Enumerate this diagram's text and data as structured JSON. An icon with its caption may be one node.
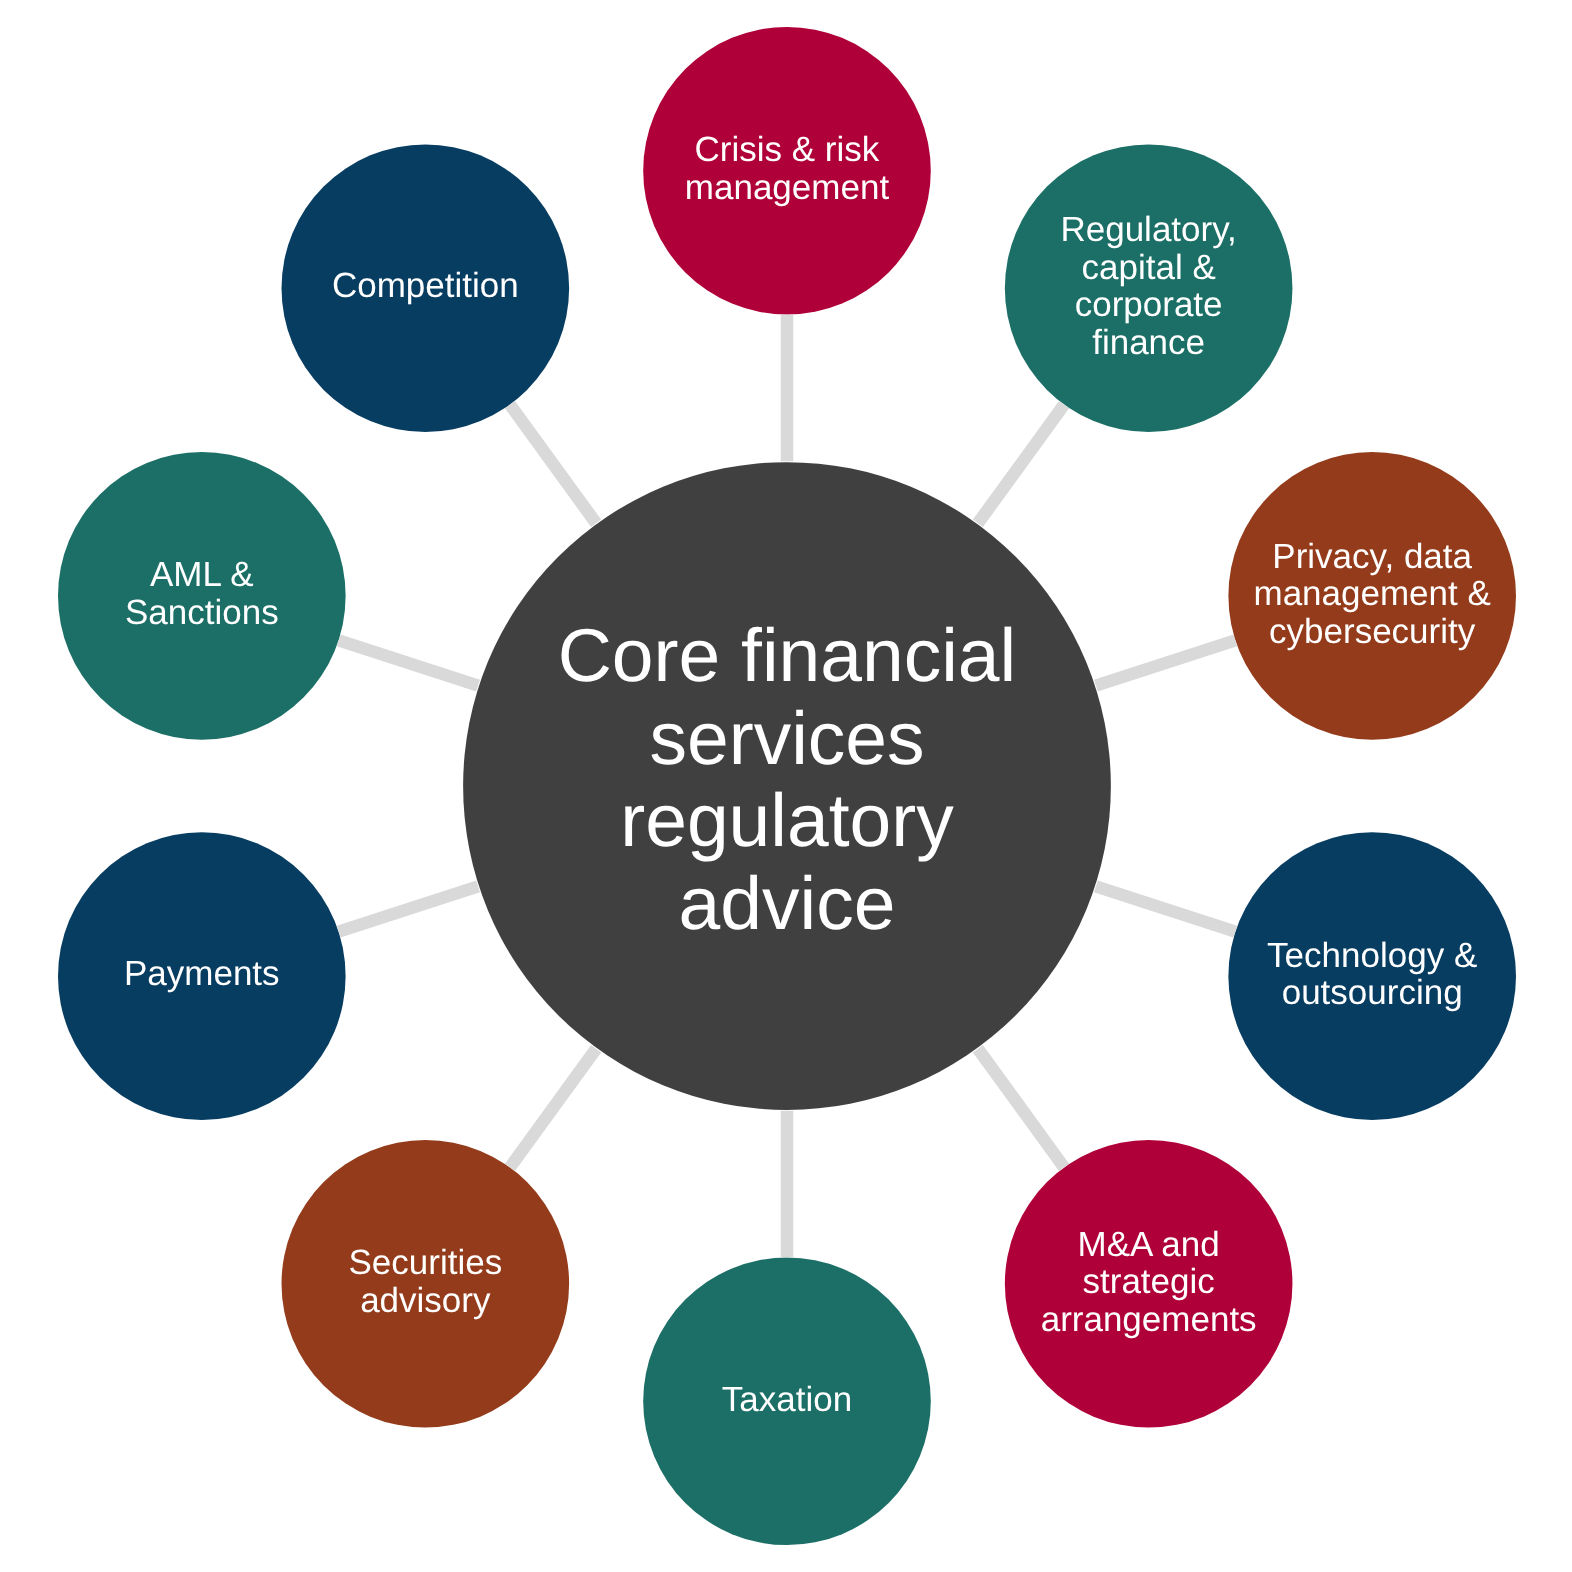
{
  "diagram": {
    "nodes": [
      {
        "text": [
          "Core financial services regulatory advice"
        ]
      },
      {
        "text": [
          "Crisis & risk management"
        ]
      },
      {
        "text": [
          "Regulatory, capital & corporate finance"
        ]
      },
      {
        "text": [
          "Privacy, data management & cybersecurity"
        ]
      },
      {
        "text": [
          "Technology & outsourcing"
        ]
      },
      {
        "text": [
          "M&A and strategic arrangements"
        ]
      },
      {
        "text": [
          "Taxation"
        ]
      },
      {
        "text": [
          "Securities advisory"
        ]
      },
      {
        "text": [
          "Payments"
        ]
      },
      {
        "text": [
          "AML & Sanctions"
        ]
      },
      {
        "text": [
          "Competition"
        ]
      }
    ],
    "edges": [
      {
        "from": 0,
        "to": 1,
        "arrow": "none"
      },
      {
        "from": 0,
        "to": 2,
        "arrow": "none"
      },
      {
        "from": 0,
        "to": 3,
        "arrow": "none"
      },
      {
        "from": 0,
        "to": 4,
        "arrow": "none"
      },
      {
        "from": 0,
        "to": 5,
        "arrow": "none"
      },
      {
        "from": 0,
        "to": 6,
        "arrow": "none"
      },
      {
        "from": 0,
        "to": 7,
        "arrow": "none"
      },
      {
        "from": 0,
        "to": 8,
        "arrow": "none"
      },
      {
        "from": 0,
        "to": 9,
        "arrow": "none"
      },
      {
        "from": 0,
        "to": 10,
        "arrow": "none"
      }
    ]
  }
}
